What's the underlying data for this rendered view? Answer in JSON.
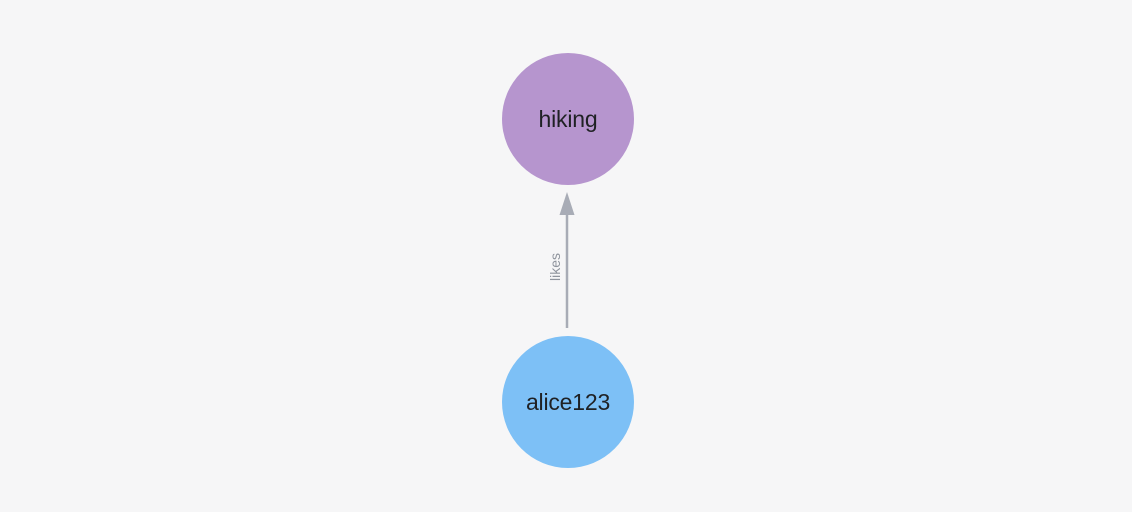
{
  "canvas": {
    "background": "#f6f6f7"
  },
  "graph": {
    "nodes": [
      {
        "id": "hiking",
        "label": "hiking",
        "color": "#b695ce",
        "label_color": "#1f2124"
      },
      {
        "id": "alice123",
        "label": "alice123",
        "color": "#7dc0f6",
        "label_color": "#1f2124"
      }
    ],
    "edges": [
      {
        "from": "alice123",
        "to": "hiking",
        "label": "likes",
        "direction": "up",
        "color": "#a8acb6",
        "label_color": "#8f949d"
      }
    ]
  }
}
